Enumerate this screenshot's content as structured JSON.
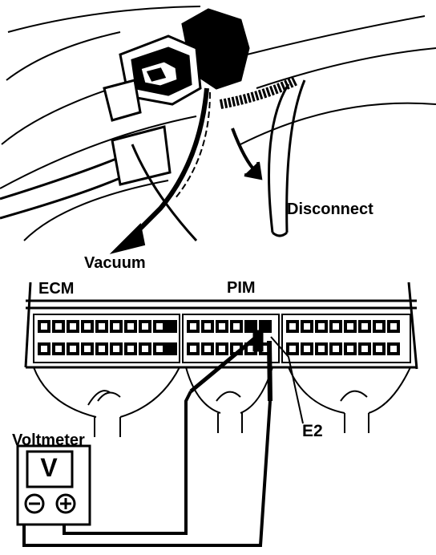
{
  "labels": {
    "disconnect": "Disconnect",
    "vacuum": "Vacuum",
    "ecm": "ECM",
    "pim": "PIM",
    "e2": "E2",
    "voltmeter": "Voltmeter",
    "meter_symbol": "V"
  },
  "colors": {
    "ink": "#000000",
    "paper": "#ffffff"
  }
}
